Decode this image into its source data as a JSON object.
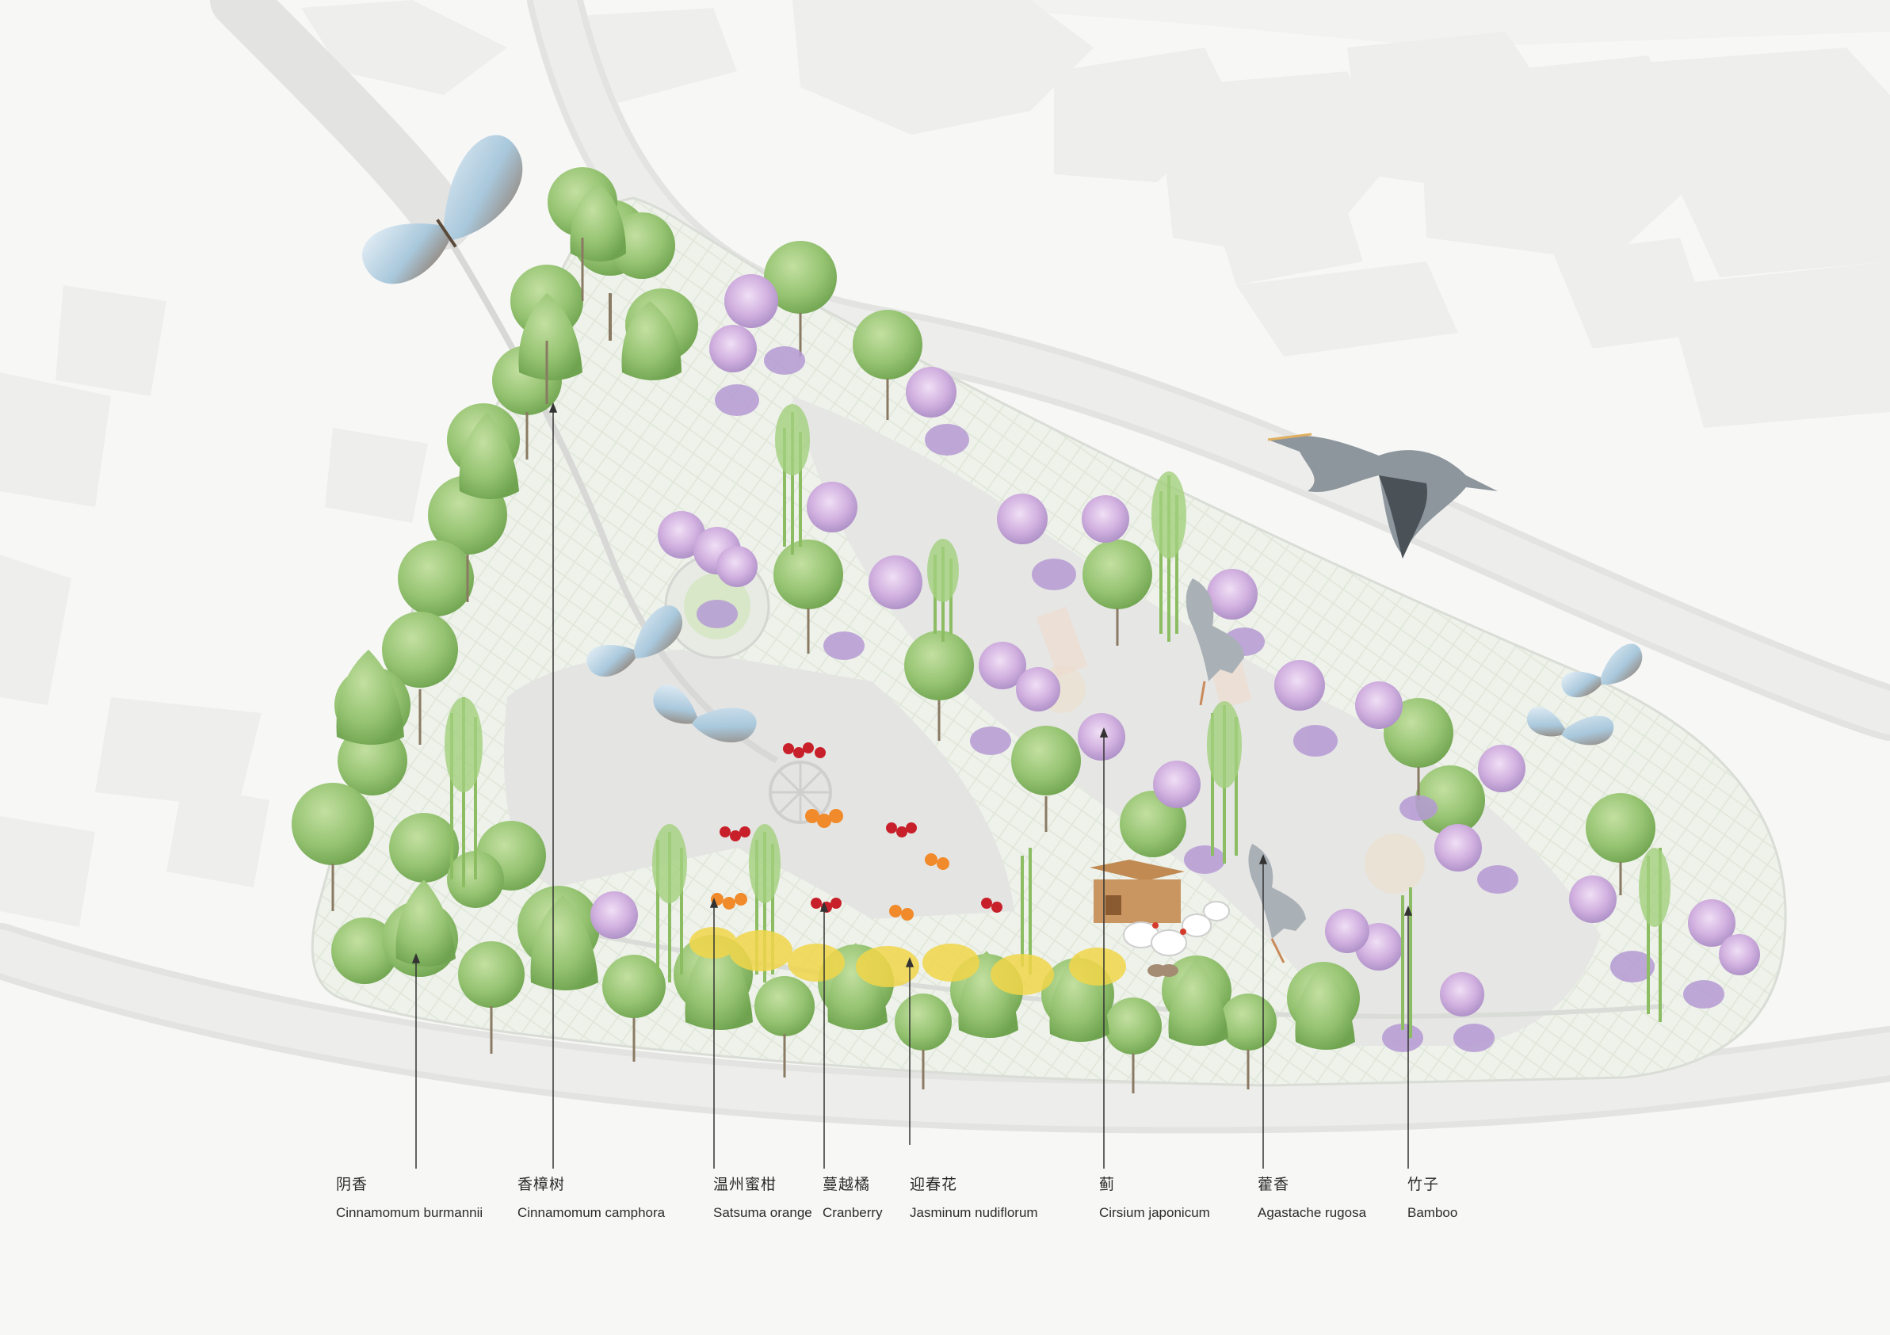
{
  "plants": [
    {
      "id": "burmannii",
      "cn": "阴香",
      "en": "Cinnamomum burmannii",
      "icon": "broadleaf-tree-icon"
    },
    {
      "id": "camphora",
      "cn": "香樟树",
      "en": "Cinnamomum camphora",
      "icon": "conifer-tree-icon"
    },
    {
      "id": "satsuma",
      "cn": "温州蜜柑",
      "en": "Satsuma orange",
      "icon": "orange-fruit-icon"
    },
    {
      "id": "cranberry",
      "cn": "蔓越橘",
      "en": "Cranberry",
      "icon": "cranberry-fruit-icon"
    },
    {
      "id": "jasmine",
      "cn": "迎春花",
      "en": "Jasminum nudiflorum",
      "icon": "yellow-flower-icon"
    },
    {
      "id": "cirsium",
      "cn": "蓟",
      "en": "Cirsium japonicum",
      "icon": "purple-flower-tree-icon"
    },
    {
      "id": "agastache",
      "cn": "藿香",
      "en": "Agastache rugosa",
      "icon": "lavender-shrub-icon"
    },
    {
      "id": "bamboo",
      "cn": "竹子",
      "en": "Bamboo",
      "icon": "bamboo-icon"
    }
  ],
  "colors": {
    "background": "#f7f7f6",
    "building": "#eeeeed",
    "road": "#e6e6e5",
    "park_ground": "#eef2ea",
    "path": "#dcdcdc",
    "tree_light": "#a9cf85",
    "tree_mid": "#8fbe6c",
    "tree_dark": "#6fa34f",
    "blossom": "#c9a6d9",
    "lavender": "#b59ad4",
    "jasmine": "#f1d64a",
    "bamboo": "#8cbd63",
    "orange": "#f08a2a",
    "cranberry": "#c8202a",
    "butterfly": "#a9c8dc",
    "heron": "#8d969c",
    "leader_line": "#333333"
  },
  "decor_icons": [
    "butterfly-icon",
    "heron-icon",
    "chicken-icon",
    "rabbit-icon",
    "coop-icon"
  ]
}
